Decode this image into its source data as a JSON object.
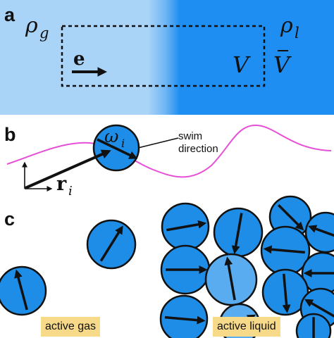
{
  "colors": {
    "gas": "#a9d4f7",
    "liquid": "#1f8ef2",
    "particle_dark": "#1e8de8",
    "particle_light": "#5aacf0",
    "outline": "#111111",
    "trajectory": "#e64fd6",
    "tag": "#f7d98a"
  },
  "panel_a": {
    "letter": "a",
    "rho_gas": "ρ",
    "rho_gas_sub": "g",
    "rho_liquid": "ρ",
    "rho_liquid_sub": "l",
    "vector_e": "e",
    "volume": "V",
    "volume_bar": "V",
    "icons": [
      "dashed-box",
      "e-arrow"
    ]
  },
  "panel_b": {
    "letter": "b",
    "omega": "ω",
    "omega_sub": "i",
    "r_vec": "r",
    "r_sub": "i",
    "swim_label_line1": "swim",
    "swim_label_line2": "direction",
    "icons": [
      "axes-icon",
      "position-arrow",
      "orientation-arrow",
      "trajectory-curve"
    ]
  },
  "panel_c": {
    "letter": "c",
    "gas_label": "active gas",
    "liquid_label": "active liquid",
    "particle_count_gas": 2,
    "particle_count_liquid": 13
  }
}
